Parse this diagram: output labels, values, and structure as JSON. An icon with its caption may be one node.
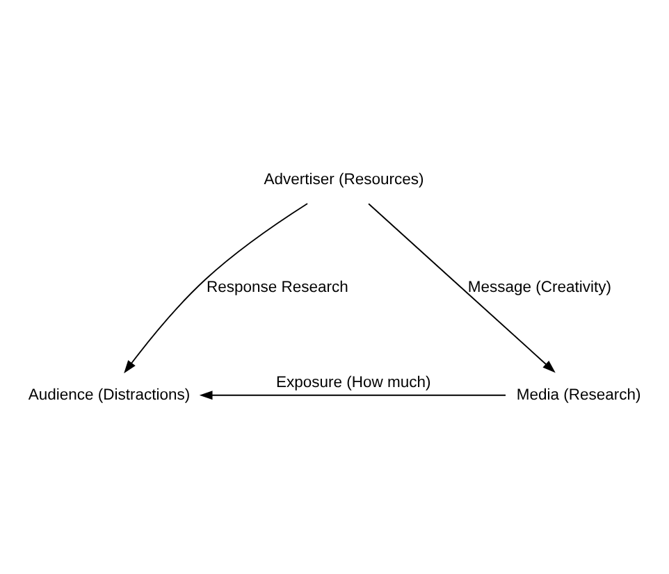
{
  "diagram": {
    "nodes": [
      {
        "text": [
          "Advertiser (Resources)"
        ]
      },
      {
        "text": [
          "Audience (Distractions)"
        ]
      },
      {
        "text": [
          "Media (Research)"
        ]
      }
    ],
    "edges": [
      {
        "from": 0,
        "to": 1,
        "arrow": "to",
        "label": "Response Research"
      },
      {
        "from": 0,
        "to": 2,
        "arrow": "to",
        "label": "Message (Creativity)"
      },
      {
        "from": 2,
        "to": 1,
        "arrow": "to",
        "label": "Exposure (How much)"
      }
    ]
  }
}
